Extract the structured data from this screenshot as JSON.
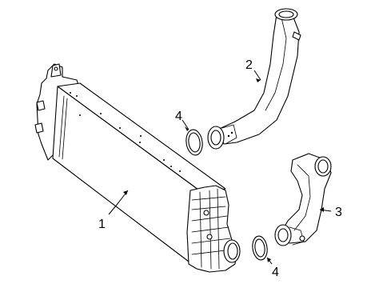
{
  "callouts": {
    "part1": "1",
    "part2": "2",
    "part3": "3",
    "part4_upper": "4",
    "part4_lower": "4"
  }
}
